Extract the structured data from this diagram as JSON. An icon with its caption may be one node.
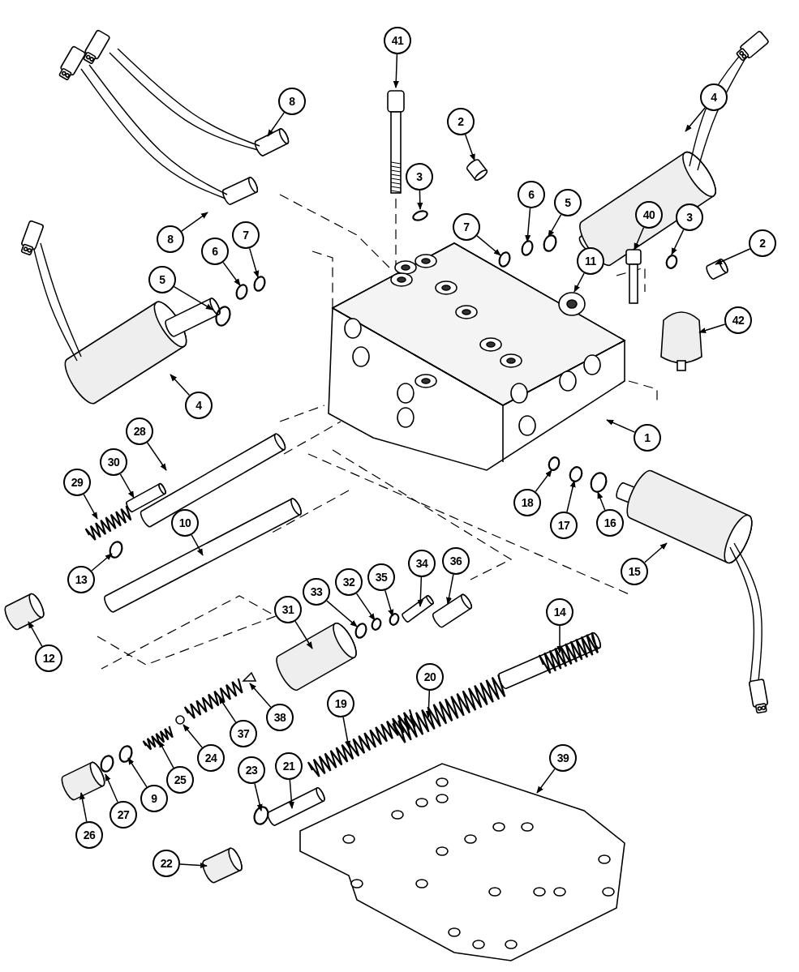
{
  "diagram": {
    "nodes": [
      {
        "text": [
          "41"
        ]
      },
      {
        "text": [
          "8"
        ]
      },
      {
        "text": [
          "4"
        ]
      },
      {
        "text": [
          "2"
        ]
      },
      {
        "text": [
          "3"
        ]
      },
      {
        "text": [
          "5"
        ]
      },
      {
        "text": [
          "6"
        ]
      },
      {
        "text": [
          "7"
        ]
      },
      {
        "text": [
          "40"
        ]
      },
      {
        "text": [
          "8"
        ]
      },
      {
        "text": [
          "3"
        ]
      },
      {
        "text": [
          "2"
        ]
      },
      {
        "text": [
          "11"
        ]
      },
      {
        "text": [
          "7"
        ]
      },
      {
        "text": [
          "6"
        ]
      },
      {
        "text": [
          "5"
        ]
      },
      {
        "text": [
          "42"
        ]
      },
      {
        "text": [
          "4"
        ]
      },
      {
        "text": [
          "1"
        ]
      },
      {
        "text": [
          "28"
        ]
      },
      {
        "text": [
          "30"
        ]
      },
      {
        "text": [
          "18"
        ]
      },
      {
        "text": [
          "29"
        ]
      },
      {
        "text": [
          "17"
        ]
      },
      {
        "text": [
          "10"
        ]
      },
      {
        "text": [
          "16"
        ]
      },
      {
        "text": [
          "13"
        ]
      },
      {
        "text": [
          "15"
        ]
      },
      {
        "text": [
          "36"
        ]
      },
      {
        "text": [
          "34"
        ]
      },
      {
        "text": [
          "12"
        ]
      },
      {
        "text": [
          "35"
        ]
      },
      {
        "text": [
          "32"
        ]
      },
      {
        "text": [
          "33"
        ]
      },
      {
        "text": [
          "31"
        ]
      },
      {
        "text": [
          "14"
        ]
      },
      {
        "text": [
          "20"
        ]
      },
      {
        "text": [
          "38"
        ]
      },
      {
        "text": [
          "19"
        ]
      },
      {
        "text": [
          "37"
        ]
      },
      {
        "text": [
          "24"
        ]
      },
      {
        "text": [
          "39"
        ]
      },
      {
        "text": [
          "25"
        ]
      },
      {
        "text": [
          "23"
        ]
      },
      {
        "text": [
          "21"
        ]
      },
      {
        "text": [
          "9"
        ]
      },
      {
        "text": [
          "27"
        ]
      },
      {
        "text": [
          "26"
        ]
      },
      {
        "text": [
          "22"
        ]
      }
    ],
    "edges": [
      {
        "from": 0,
        "to": null,
        "arrow": "to"
      },
      {
        "from": 1,
        "to": null,
        "arrow": "to"
      },
      {
        "from": 2,
        "to": null,
        "arrow": "to"
      },
      {
        "from": 3,
        "to": null,
        "arrow": "to"
      },
      {
        "from": 4,
        "to": null,
        "arrow": "to"
      },
      {
        "from": 5,
        "to": null,
        "arrow": "to"
      },
      {
        "from": 6,
        "to": null,
        "arrow": "to"
      },
      {
        "from": 7,
        "to": null,
        "arrow": "to"
      },
      {
        "from": 8,
        "to": null,
        "arrow": "to"
      },
      {
        "from": 9,
        "to": null,
        "arrow": "to"
      },
      {
        "from": 10,
        "to": null,
        "arrow": "to"
      },
      {
        "from": 11,
        "to": null,
        "arrow": "to"
      },
      {
        "from": 12,
        "to": null,
        "arrow": "to"
      },
      {
        "from": 13,
        "to": null,
        "arrow": "to"
      },
      {
        "from": 14,
        "to": null,
        "arrow": "to"
      },
      {
        "from": 15,
        "to": null,
        "arrow": "to"
      },
      {
        "from": 16,
        "to": null,
        "arrow": "to"
      },
      {
        "from": 17,
        "to": null,
        "arrow": "to"
      },
      {
        "from": 18,
        "to": null,
        "arrow": "to"
      },
      {
        "from": 19,
        "to": null,
        "arrow": "to"
      },
      {
        "from": 20,
        "to": null,
        "arrow": "to"
      },
      {
        "from": 21,
        "to": null,
        "arrow": "to"
      },
      {
        "from": 22,
        "to": null,
        "arrow": "to"
      },
      {
        "from": 23,
        "to": null,
        "arrow": "to"
      },
      {
        "from": 24,
        "to": null,
        "arrow": "to"
      },
      {
        "from": 25,
        "to": null,
        "arrow": "to"
      },
      {
        "from": 26,
        "to": null,
        "arrow": "to"
      },
      {
        "from": 27,
        "to": null,
        "arrow": "to"
      },
      {
        "from": 28,
        "to": null,
        "arrow": "to"
      },
      {
        "from": 29,
        "to": null,
        "arrow": "to"
      },
      {
        "from": 30,
        "to": null,
        "arrow": "to"
      },
      {
        "from": 31,
        "to": null,
        "arrow": "to"
      },
      {
        "from": 32,
        "to": null,
        "arrow": "to"
      },
      {
        "from": 33,
        "to": null,
        "arrow": "to"
      },
      {
        "from": 34,
        "to": null,
        "arrow": "to"
      },
      {
        "from": 35,
        "to": null,
        "arrow": "to"
      },
      {
        "from": 36,
        "to": null,
        "arrow": "to"
      },
      {
        "from": 37,
        "to": null,
        "arrow": "to"
      },
      {
        "from": 38,
        "to": null,
        "arrow": "to"
      },
      {
        "from": 39,
        "to": null,
        "arrow": "to"
      },
      {
        "from": 40,
        "to": null,
        "arrow": "to"
      },
      {
        "from": 41,
        "to": null,
        "arrow": "to"
      },
      {
        "from": 42,
        "to": null,
        "arrow": "to"
      },
      {
        "from": 43,
        "to": null,
        "arrow": "to"
      },
      {
        "from": 44,
        "to": null,
        "arrow": "to"
      },
      {
        "from": 45,
        "to": null,
        "arrow": "to"
      },
      {
        "from": 46,
        "to": null,
        "arrow": "to"
      },
      {
        "from": 47,
        "to": null,
        "arrow": "to"
      },
      {
        "from": 48,
        "to": null,
        "arrow": "to"
      }
    ]
  }
}
